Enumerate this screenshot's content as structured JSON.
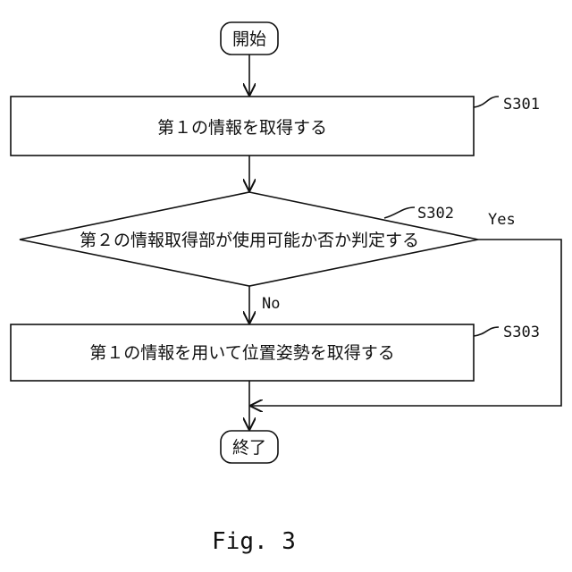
{
  "start": "開始",
  "end": "終了",
  "steps": [
    {
      "id": "S301",
      "text": "第１の情報を取得する"
    },
    {
      "id": "S302",
      "text": "第２の情報取得部が使用可能か否か判定する"
    },
    {
      "id": "S303",
      "text": "第１の情報を用いて位置姿勢を取得する"
    }
  ],
  "branches": {
    "yes": "Yes",
    "no": "No"
  },
  "caption": "Fig. 3"
}
